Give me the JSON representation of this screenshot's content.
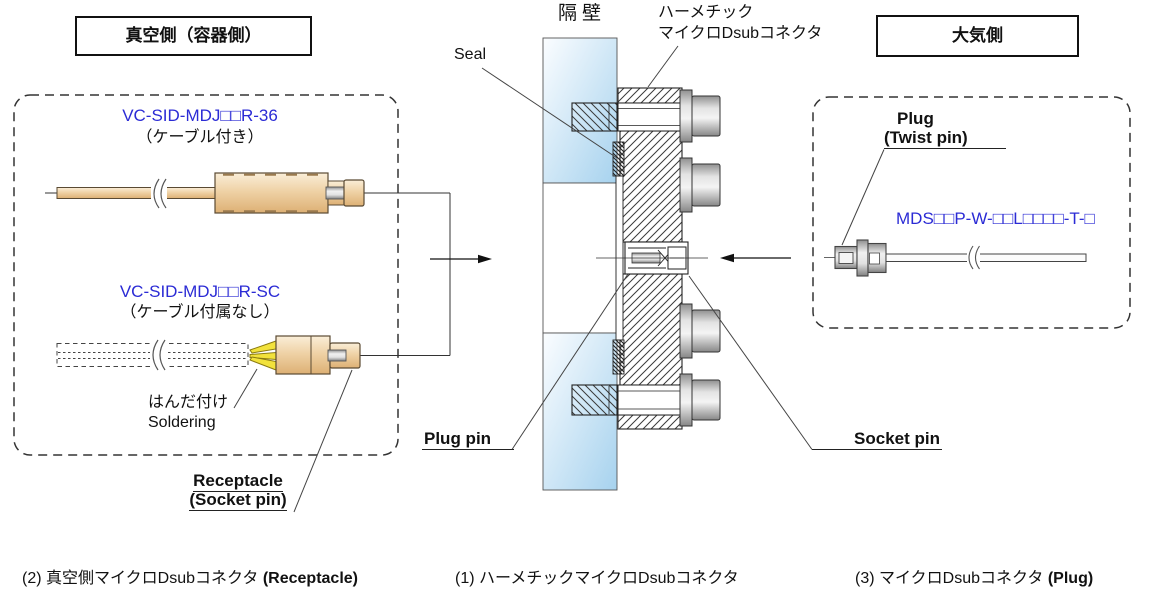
{
  "header": {
    "vacuum_side_label": "真空側（容器側）",
    "atmosphere_side_label": "大気側",
    "bulkhead_label": "隔壁",
    "seal_label": "Seal",
    "hermetic_connector_label_line1": "ハーメチック",
    "hermetic_connector_label_line2": "マイクロDsubコネクタ"
  },
  "vacuum_side": {
    "cable_type": {
      "part_number": "VC-SID-MDJ□□R-36",
      "note": "（ケーブル付き）"
    },
    "solder_type": {
      "part_number": "VC-SID-MDJ□□R-SC",
      "note": "（ケーブル付属なし）"
    },
    "soldering_label_jp": "はんだ付け",
    "soldering_label_en": "Soldering",
    "receptacle_label_line1": "Receptacle",
    "receptacle_label_line2": "(Socket pin)"
  },
  "atmosphere_side": {
    "plug_label_line1": "Plug",
    "plug_label_line2": "(Twist pin)",
    "part_number": "MDS□□P-W-□□L□□□□-T-□"
  },
  "center": {
    "plug_pin_label": "Plug pin",
    "socket_pin_label": "Socket pin"
  },
  "captions": {
    "item2_text": "(2) 真空側マイクロDsubコネクタ ",
    "item2_bold": "(Receptacle)",
    "item1_text": "(1) ハーメチックマイクロDsubコネクタ",
    "item3_text": "(3) マイクロDsubコネクタ ",
    "item3_bold": "(Plug)"
  },
  "colors": {
    "part_number_blue": "#2b2bd5",
    "bulkhead_blue": "#a6d2ee",
    "connector_body_tan": "#efd2a6",
    "solder_pin_yellow": "#f2e23c",
    "metal_gray": "#d8d8d8"
  }
}
